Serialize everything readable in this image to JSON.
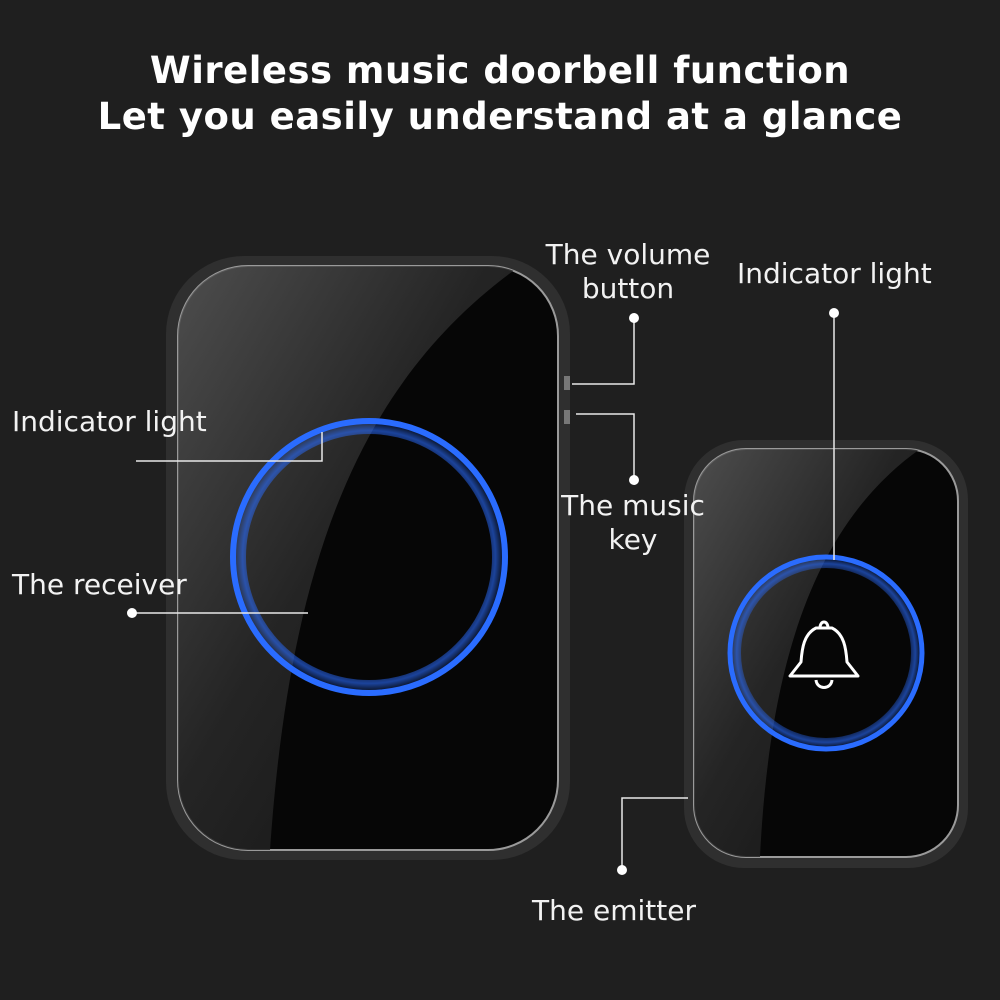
{
  "heading": {
    "line1": "Wireless music doorbell function",
    "line2": "Let you easily understand at a glance"
  },
  "labels": {
    "receiver_indicator": "Indicator light",
    "receiver": "The receiver",
    "volume_line1": "The volume",
    "volume_line2": "button",
    "music_line1": "The music",
    "music_line2": "key",
    "emitter_indicator": "Indicator light",
    "emitter": "The emitter"
  },
  "colors": {
    "background": "#1f1f1f",
    "ring": "#2a6cff",
    "device_body": "#050505",
    "text": "#ffffff"
  },
  "icons": {
    "emitter_button": "bell-icon"
  }
}
